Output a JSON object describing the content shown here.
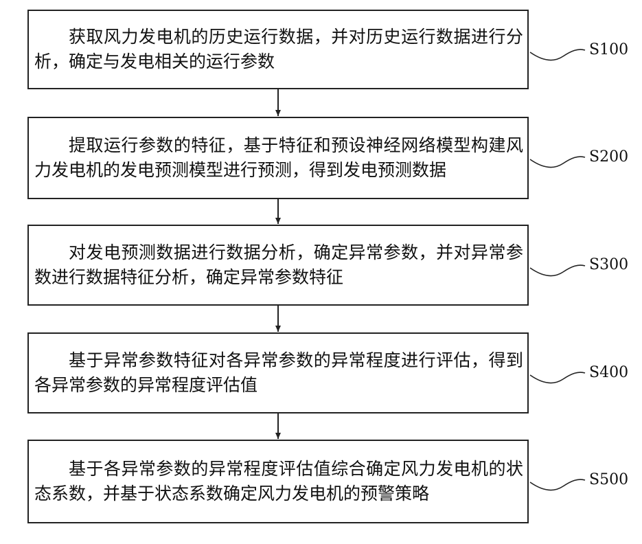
{
  "steps": [
    {
      "id": "S100",
      "text": "获取风力发电机的历史运行数据，并对历史运行数据进行分析，确定与发电相关的运行参数"
    },
    {
      "id": "S200",
      "text": "提取运行参数的特征，基于特征和预设神经网络模型构建风力发电机的发电预测模型进行预测，得到发电预测数据"
    },
    {
      "id": "S300",
      "text": "对发电预测数据进行数据分析，确定异常参数，并对异常参数进行数据特征分析，确定异常参数特征"
    },
    {
      "id": "S400",
      "text": "基于异常参数特征对各异常参数的异常程度进行评估，得到各异常参数的异常程度评估值"
    },
    {
      "id": "S500",
      "text": "基于各异常参数的异常程度评估值综合确定风力发电机的状态系数，并基于状态系数确定风力发电机的预警策略"
    }
  ]
}
